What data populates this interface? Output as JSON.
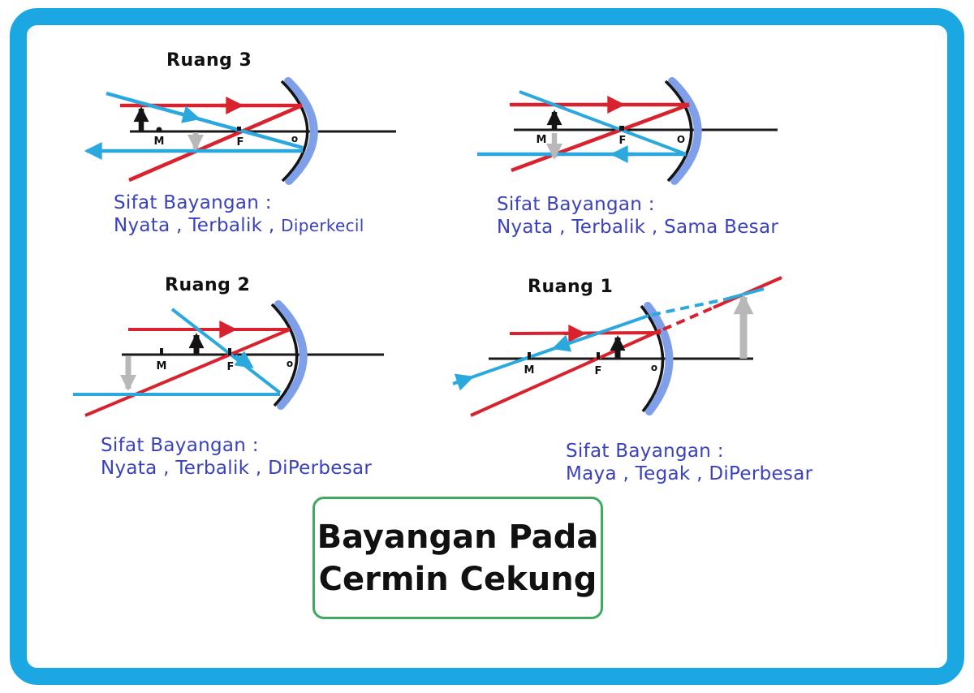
{
  "colors": {
    "frame_blue": "#1BA8E2",
    "ray_red": "#D8232F",
    "ray_cyan": "#2BA9DE",
    "mirror_band_blue": "#7F9FE8",
    "caption_blue": "#3A41BE",
    "object_black": "#141414",
    "image_gray": "#B8B8B8",
    "title_box_green": "#3FAA5F"
  },
  "panels": [
    {
      "title": "Ruang 3",
      "labels": {
        "m": "M",
        "f": "F",
        "o": "o"
      },
      "caption": {
        "line1": "Sifat Bayangan :",
        "line2": "Nyata , Terbalik ,",
        "line2_em": "Diperkecil"
      }
    },
    {
      "title": "",
      "labels": {
        "m": "M",
        "f": "F",
        "o": "O"
      },
      "caption": {
        "line1": "Sifat Bayangan :",
        "line2": "Nyata , Terbalik , Sama Besar",
        "line2_em": ""
      }
    },
    {
      "title": "Ruang 2",
      "labels": {
        "m": "M",
        "f": "F",
        "o": "o"
      },
      "caption": {
        "line1": "Sifat Bayangan :",
        "line2": "Nyata , Terbalik , DiPerbesar",
        "line2_em": ""
      }
    },
    {
      "title": "Ruang 1",
      "labels": {
        "m": "M",
        "f": "F",
        "o": "o"
      },
      "caption": {
        "line1": "Sifat Bayangan :",
        "line2": "Maya , Tegak , DiPerbesar",
        "line2_em": ""
      }
    }
  ],
  "title_box": {
    "line1": "Bayangan Pada",
    "line2": "Cermin Cekung"
  }
}
